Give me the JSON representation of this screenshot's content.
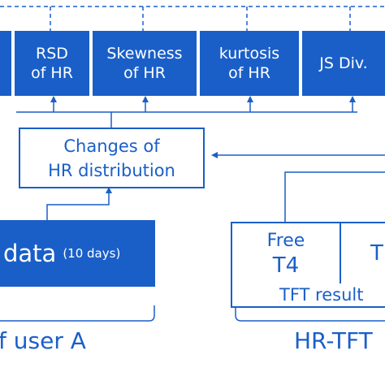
{
  "colors": {
    "accent": "#1a5fc8",
    "background": "#ffffff"
  },
  "metrics": [
    {
      "label": "RSD\nof HR"
    },
    {
      "label": "Skewness\nof HR"
    },
    {
      "label": "kurtosis\nof HR"
    },
    {
      "label": "JS Div."
    }
  ],
  "changes_box": {
    "label": "Changes of\nHR distribution"
  },
  "data_box": {
    "label": "data",
    "sub": "(10 days)"
  },
  "tft_box": {
    "free_line1": "Free",
    "free_line2": "T4",
    "right_partial": "T",
    "result_label": "TFT result"
  },
  "captions": {
    "user": "f user A",
    "hr_tft": "HR-TFT"
  }
}
